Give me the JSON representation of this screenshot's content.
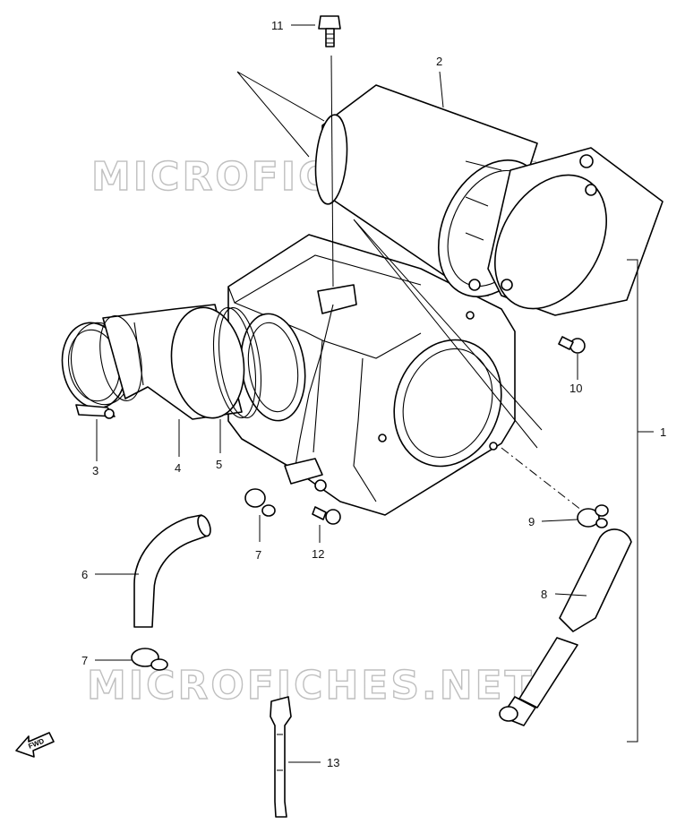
{
  "watermark": {
    "text_top": "MICROFICHES.NET",
    "text_bottom": "MICROFICHES.NET"
  },
  "direction_marker": {
    "label": "FWD"
  },
  "callouts": {
    "c1": "1",
    "c2": "2",
    "c3": "3",
    "c4": "4",
    "c5": "5",
    "c6": "6",
    "c7a": "7",
    "c7b": "7",
    "c8": "8",
    "c9": "9",
    "c10": "10",
    "c11": "11",
    "c12": "12",
    "c13": "13"
  },
  "colors": {
    "line": "#000000",
    "background": "#ffffff",
    "watermark": "#bfbfbf"
  }
}
